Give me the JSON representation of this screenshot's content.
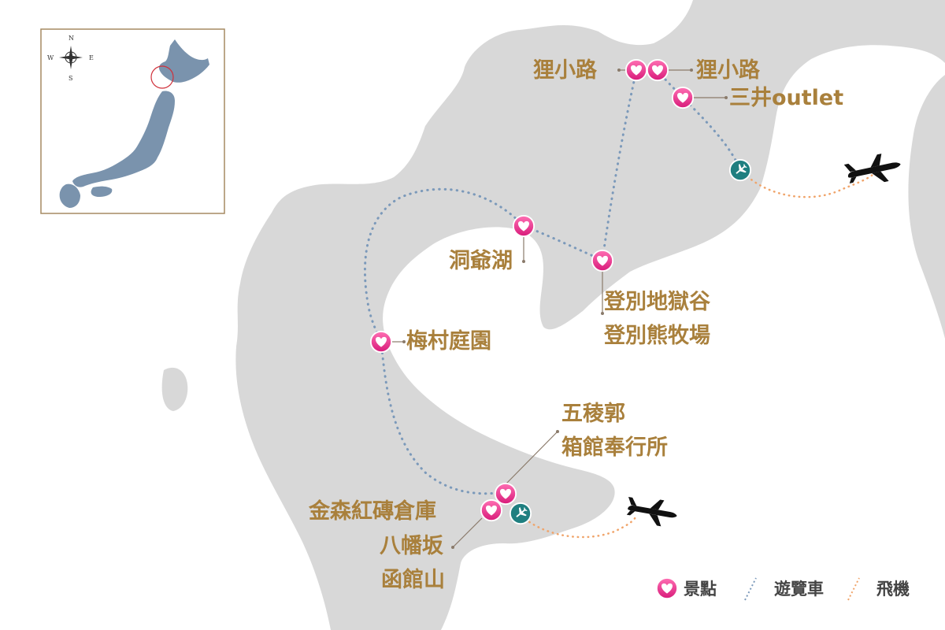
{
  "spots": {
    "tanuki_left": "狸小路",
    "tanuki_right": "狸小路",
    "mitsui": "三井outlet",
    "toya": "洞爺湖",
    "noboribetsu_1": "登別地獄谷",
    "noboribetsu_2": "登別熊牧場",
    "umemura": "梅村庭園",
    "goryokaku_1": "五稜郭",
    "goryokaku_2": "箱館奉行所",
    "kanemori": "金森紅磚倉庫",
    "hachiman": "八幡坂",
    "hakodateyama": "函館山"
  },
  "legend": {
    "spot": "景點",
    "bus": "遊覽車",
    "plane": "飛機"
  },
  "compass": {
    "n": "N",
    "s": "S",
    "e": "E",
    "w": "W"
  },
  "colors": {
    "land": "#d8d8d8",
    "label": "#a9803c",
    "bus_route": "#7b99ba",
    "plane_route": "#f0a46a",
    "spot_pin": "#e8308a",
    "airport": "#1f7f80",
    "inset_land": "#7a93ad",
    "inset_frame": "#a58a62"
  },
  "icons": [
    "heart-pin-icon",
    "airport-icon",
    "airplane-icon",
    "compass-rose-icon"
  ]
}
